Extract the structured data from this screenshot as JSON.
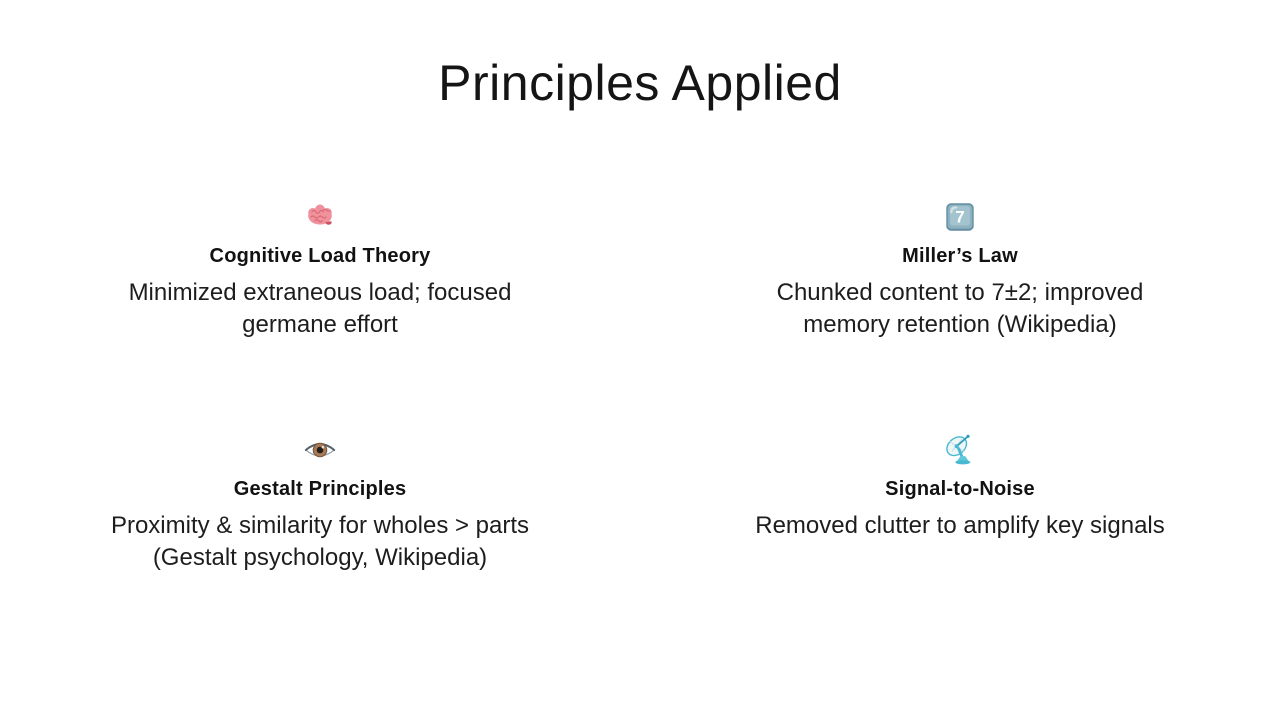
{
  "slide": {
    "title": "Principles Applied",
    "colors": {
      "background": "#ffffff",
      "text": "#1a1a1a",
      "brain_pink": "#f0919c",
      "keycap_blue": "#8db1be",
      "eye_brown": "#a87a55",
      "satellite_cyan": "#49b9d2"
    },
    "principles": [
      {
        "icon": "brain-emoji",
        "heading": "Cognitive Load Theory",
        "description": "Minimized extraneous load; focused\ngermane effort"
      },
      {
        "icon": "keycap-7-emoji",
        "heading": "Miller’s Law",
        "description": "Chunked content to 7±2; improved\nmemory retention (Wikipedia)"
      },
      {
        "icon": "eye-emoji",
        "heading": "Gestalt Principles",
        "description": "Proximity & similarity for wholes > parts\n(Gestalt psychology, Wikipedia)"
      },
      {
        "icon": "satellite-antenna-emoji",
        "heading": "Signal-to-Noise",
        "description": "Removed clutter to amplify key signals"
      }
    ]
  }
}
